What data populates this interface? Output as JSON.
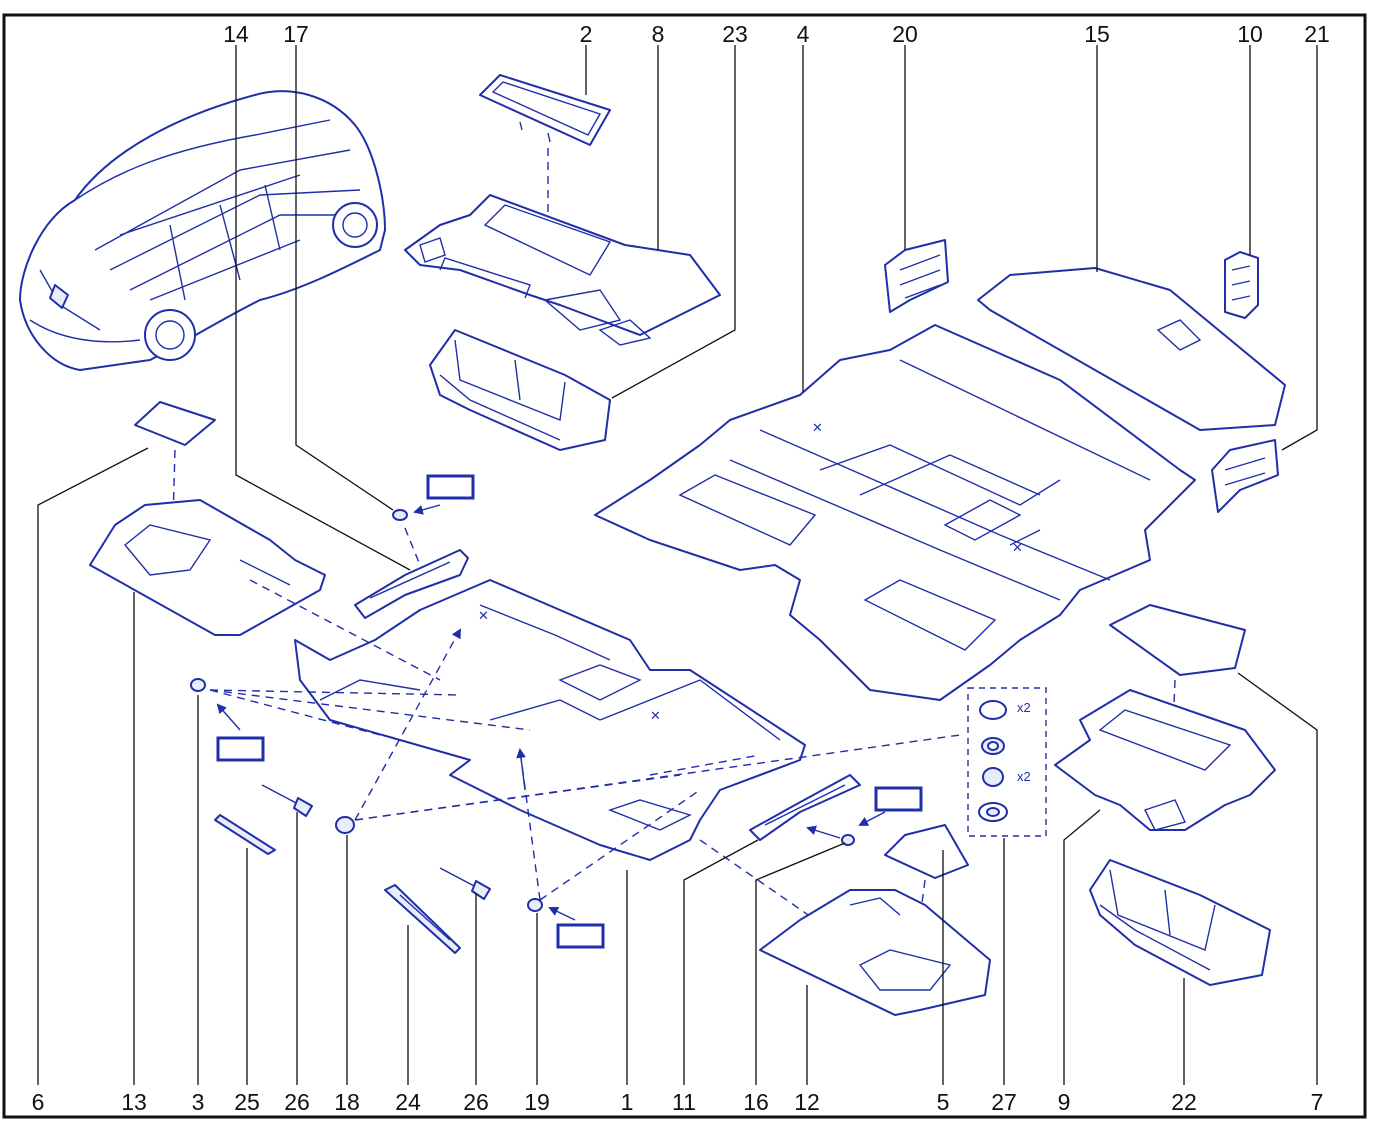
{
  "labels": {
    "top": [
      "14",
      "17",
      "2",
      "8",
      "23",
      "4",
      "20",
      "15",
      "10",
      "21"
    ],
    "bottom": [
      "6",
      "13",
      "3",
      "25",
      "26",
      "18",
      "24",
      "26",
      "19",
      "1",
      "11",
      "16",
      "12",
      "5",
      "27",
      "9",
      "22",
      "7"
    ]
  },
  "kit_quantity": [
    "x2",
    "x2"
  ],
  "colors": {
    "line": "#1f2fa8",
    "label": "#111111",
    "frame": "#111111"
  }
}
